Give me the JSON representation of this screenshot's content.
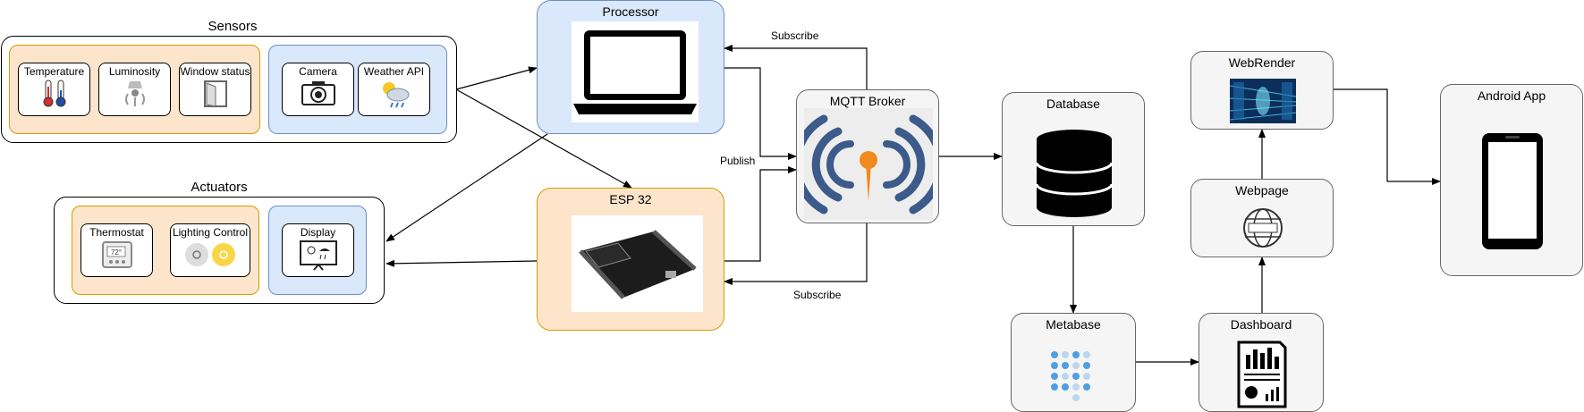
{
  "groups": {
    "sensors": "Sensors",
    "actuators": "Actuators"
  },
  "sensors": [
    "Temperature",
    "Luminosity",
    "Window status",
    "Camera",
    "Weather API"
  ],
  "actuators": [
    "Thermostat",
    "Lighting Control",
    "Display"
  ],
  "nodes": {
    "processor": "Processor",
    "esp32": "ESP 32",
    "broker": "MQTT Broker",
    "database": "Database",
    "metabase": "Metabase",
    "dashboard": "Dashboard",
    "webpage": "Webpage",
    "webrender": "WebRender",
    "android": "Android App"
  },
  "edges": {
    "subscribe_top": "Subscribe",
    "publish": "Publish",
    "subscribe_bottom": "Subscribe"
  },
  "misc": {
    "thermostat_reading": "72°"
  }
}
